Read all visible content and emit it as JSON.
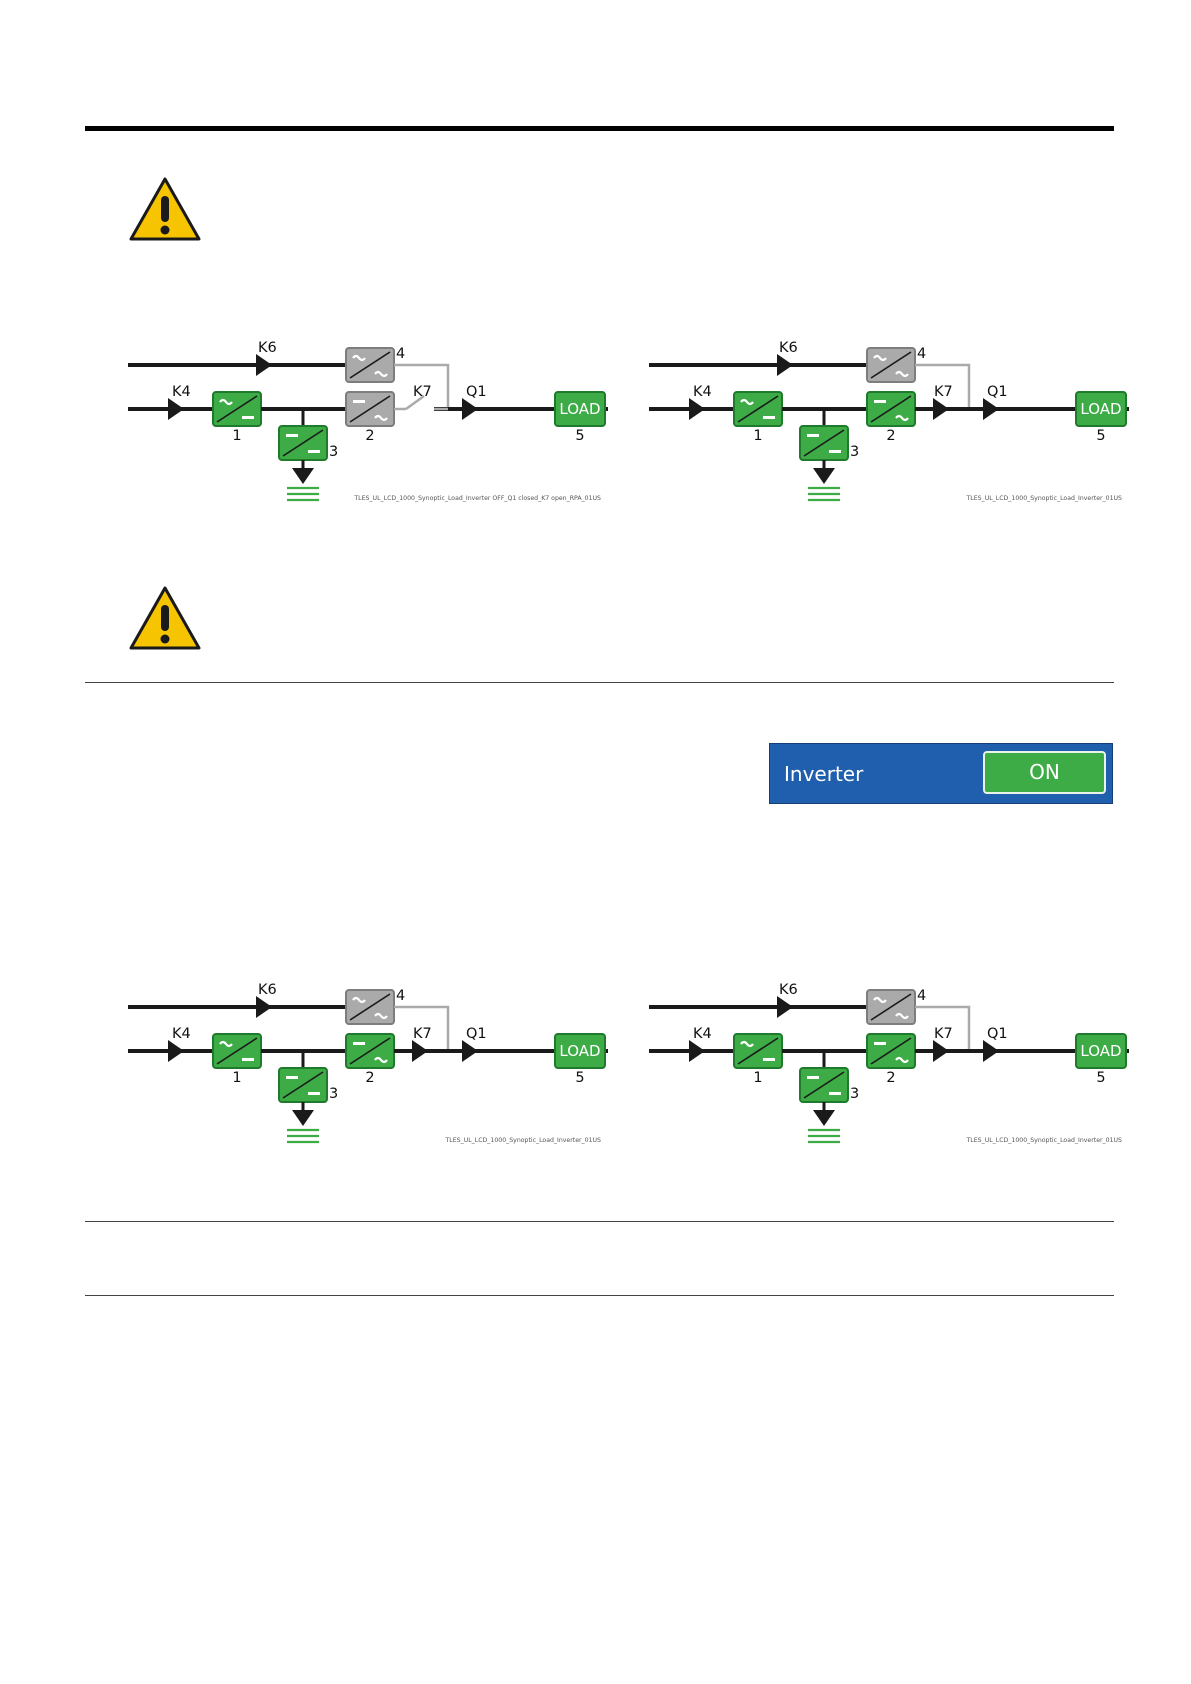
{
  "colors": {
    "green": "#3dab46",
    "green_dark": "#1f7a2b",
    "grey": "#aaaaaa",
    "line": "#1a1a1a",
    "warning_yellow": "#f6c400",
    "panel_blue": "#1f5fae"
  },
  "icons": {
    "warning": "warning-triangle-icon"
  },
  "labels": {
    "k6": "K6",
    "k4": "K4",
    "k7": "K7",
    "q1": "Q1",
    "load": "LOAD",
    "n1": "1",
    "n2": "2",
    "n3": "3",
    "n4": "4",
    "n5": "5"
  },
  "diagrams": [
    {
      "id": "d1",
      "caption": "TLES_UL_LCD_1000_Synoptic_Load_Inverter OFF_Q1 closed_K7 open_RPA_01US"
    },
    {
      "id": "d2",
      "caption": "TLES_UL_LCD_1000_Synoptic_Load_Inverter_01US"
    },
    {
      "id": "d3",
      "caption": "TLES_UL_LCD_1000_Synoptic_Load_Inverter_01US"
    },
    {
      "id": "d4",
      "caption": "TLES_UL_LCD_1000_Synoptic_Load_Inverter_01US"
    }
  ],
  "inverter_panel": {
    "label": "Inverter",
    "button": "ON"
  }
}
